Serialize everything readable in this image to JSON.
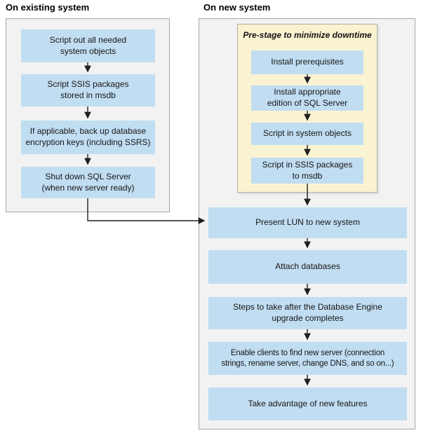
{
  "diagram": {
    "left_column": {
      "header": "On existing system",
      "steps": [
        {
          "label": "Script out all needed\nsystem objects"
        },
        {
          "label": "Script SSIS packages\nstored in msdb"
        },
        {
          "label": "If applicable, back up database\nencryption keys (including SSRS)"
        },
        {
          "label": "Shut down SQL Server\n(when new server ready)"
        }
      ]
    },
    "right_column": {
      "header": "On new system",
      "prestage": {
        "title": "Pre-stage to minimize downtime",
        "steps": [
          {
            "label": "Install prerequisites"
          },
          {
            "label": "Install appropriate\nedition of SQL Server"
          },
          {
            "label": "Script in system objects"
          },
          {
            "label": "Script in SSIS packages\nto msdb"
          }
        ]
      },
      "steps": [
        {
          "label": "Present LUN to new system"
        },
        {
          "label": "Attach databases"
        },
        {
          "label": "Steps to take after the Database Engine\nupgrade completes"
        },
        {
          "label": "Enable clients to find new server (connection\nstrings, rename server, change DNS, and so on...)"
        },
        {
          "label": "Take advantage of new features"
        }
      ]
    },
    "colors": {
      "step_box_fill": "#c1ddf2",
      "prestage_fill": "#faf3d2",
      "panel_fill": "#f2f2f2",
      "panel_border": "#a7a7a7",
      "arrow": "#1f1f1f",
      "text": "#161616"
    }
  }
}
